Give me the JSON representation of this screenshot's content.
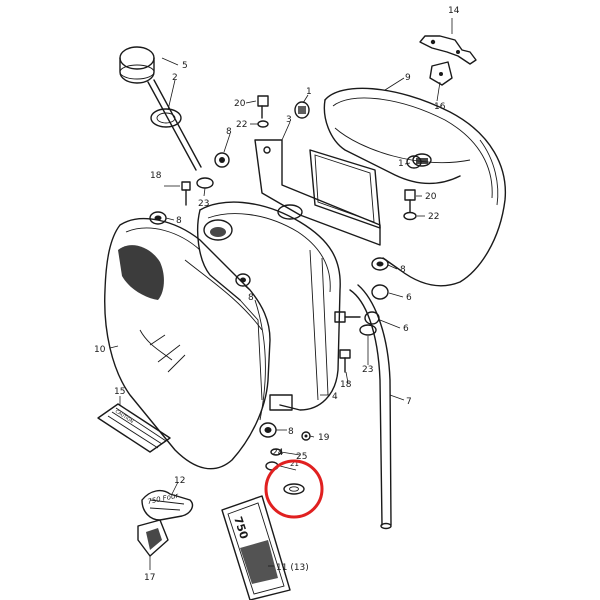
{
  "labels": {
    "l1a": "1",
    "l1b": "1",
    "l2": "2",
    "l3": "3",
    "l4": "4",
    "l5": "5",
    "l6a": "6",
    "l6b": "6",
    "l7": "7",
    "l8a": "8",
    "l8b": "8",
    "l8c": "8",
    "l8d": "8",
    "l8e": "8",
    "l9": "9",
    "l10": "10",
    "l11": "11 (13)",
    "l12": "12",
    "l14": "14",
    "l15": "15",
    "l16": "16",
    "l17": "17",
    "l18a": "18",
    "l18b": "18",
    "l19": "19",
    "l20a": "20",
    "l20b": "20",
    "l21": "21",
    "l22a": "22",
    "l22b": "22",
    "l23a": "23",
    "l23b": "23",
    "l24": "24",
    "l25": "25"
  },
  "decal": {
    "emblem_text": "750",
    "script_text": "750 Four",
    "caution_text": "CAUTION"
  },
  "highlight": {
    "color": "#e02020",
    "target": "24"
  }
}
